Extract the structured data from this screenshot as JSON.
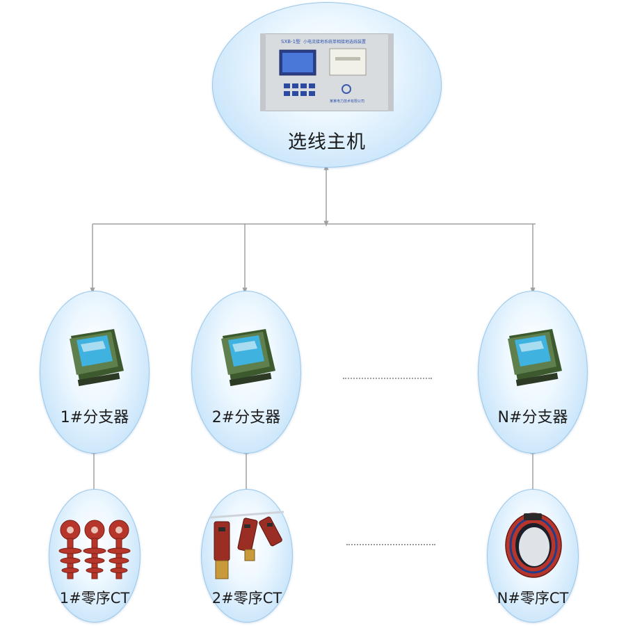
{
  "host": {
    "label": "选线主机",
    "device_title": "SXB-1型",
    "device_subtitle": "小电流接地系统单相接地选线装置",
    "device_maker": "某某电力技术有限公司"
  },
  "branches": [
    {
      "label": "1#分支器",
      "device_icon": "branch-unit-icon"
    },
    {
      "label": "2#分支器",
      "device_icon": "branch-unit-icon"
    },
    {
      "label": "N#分支器",
      "device_icon": "branch-unit-icon"
    }
  ],
  "cts": [
    {
      "label": "1#零序CT",
      "device_icon": "insulator-ct-icon"
    },
    {
      "label": "2#零序CT",
      "device_icon": "epoxy-ct-icon"
    },
    {
      "label": "N#零序CT",
      "device_icon": "ring-ct-icon"
    }
  ],
  "colors": {
    "ellipse_fill": "#cfe8fb",
    "ellipse_border": "#9bc7e8",
    "line": "#a0a0a0",
    "ct_red": "#b6362b",
    "unit_green": "#3c5a2e",
    "unit_screen": "#3fb2e0"
  }
}
